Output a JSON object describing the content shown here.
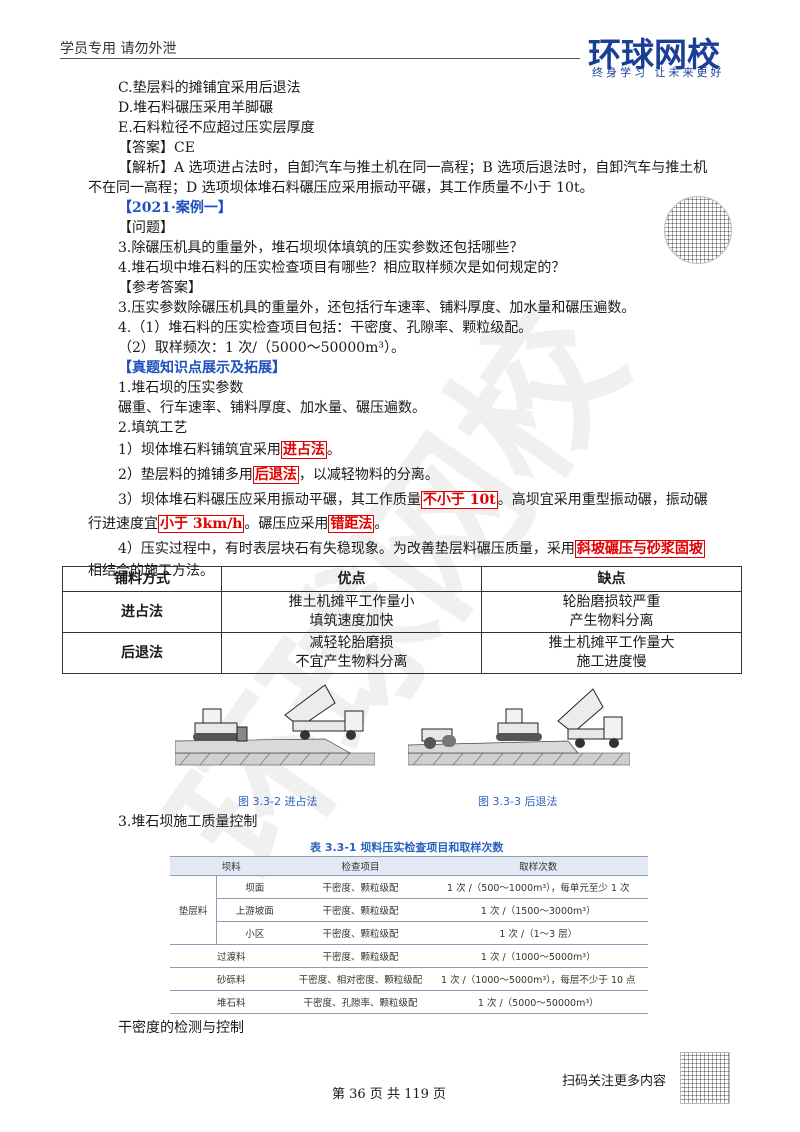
{
  "header": {
    "note": "学员专用  请勿外泄",
    "logo_main": "环球网校",
    "logo_sub": "终身学习 让未来更好"
  },
  "watermark": "环球网校",
  "lines": [
    "C.垫层料的摊铺宜采用后退法",
    "D.堆石料碾压采用羊脚碾",
    "E.石料粒径不应超过压实层厚度",
    "【答案】CE",
    "【解析】A 选项进占法时，自卸汽车与推土机在同一高程；B 选项后退法时，自卸汽车与推土机",
    "不在同一高程；D 选项坝体堆石料碾压应采用振动平碾，其工作质量不小于 10t。",
    "【2021·案例一】",
    "【问题】",
    "3.除碾压机具的重量外，堆石坝坝体填筑的压实参数还包括哪些？",
    "4.堆石坝中堆石料的压实检查项目有哪些？相应取样频次是如何规定的？",
    "【参考答案】",
    "3.压实参数除碾压机具的重量外，还包括行车速率、铺料厚度、加水量和碾压遍数。",
    "4.（1）堆石料的压实检查项目包括：干密度、孔隙率、颗粒级配。",
    "（2）取样频次：1 次/（5000～50000m³）。",
    "【真题知识点展示及拓展】",
    "1.堆石坝的压实参数",
    "碾重、行车速率、铺料厚度、加水量、碾压遍数。",
    "2.填筑工艺"
  ],
  "rich": {
    "l1_a": "1）坝体堆石料铺筑宜采用",
    "l1_h": "进占法",
    "l1_b": "。",
    "l2_a": "2）垫层料的摊铺多用",
    "l2_h": "后退法",
    "l2_b": "，以减轻物料的分离。",
    "l3_a": "3）坝体堆石料碾压应采用振动平碾，其工作质量",
    "l3_h": "不小于 10t",
    "l3_b": "。高坝宜采用重型振动碾，振动碾",
    "l4_a": "行进速度宜",
    "l4_h": "小于 3km/h",
    "l4_b": "。碾压应采用",
    "l4_h2": "错距法",
    "l4_c": "。",
    "l5_a": "4）压实过程中，有时表层块石有失稳现象。为改善垫层料碾压质量，采用",
    "l5_h": "斜坡碾压与砂浆固坡",
    "l6": "相结合的施工方法。"
  },
  "compare_table": {
    "headers": [
      "铺料方式",
      "优点",
      "缺点"
    ],
    "rows": [
      {
        "method": "进占法",
        "pros": [
          "推土机摊平工作量小",
          "填筑速度加快"
        ],
        "cons": [
          "轮胎磨损较严重",
          "产生物料分离"
        ]
      },
      {
        "method": "后退法",
        "pros": [
          "减轻轮胎磨损",
          "不宜产生物料分离"
        ],
        "cons": [
          "推土机摊平工作量大",
          "施工进度慢"
        ]
      }
    ]
  },
  "figures": {
    "cap1": "图 3.3-2  进占法",
    "cap2": "图 3.3-3  后退法"
  },
  "section3": "3.堆石坝施工质量控制",
  "spec_table": {
    "title": "表 3.3-1  坝料压实检查项目和取样次数",
    "headers": [
      "坝料",
      "检查项目",
      "取样次数"
    ],
    "group": "垫层料",
    "rows": [
      {
        "sub": "坝面",
        "item": "干密度、颗粒级配",
        "freq": "1 次 /（500～1000m³），每单元至少 1 次"
      },
      {
        "sub": "上游坡面",
        "item": "干密度、颗粒级配",
        "freq": "1 次 /（1500～3000m³）"
      },
      {
        "sub": "小区",
        "item": "干密度、颗粒级配",
        "freq": "1 次 /（1～3 层）"
      }
    ],
    "rows2": [
      {
        "name": "过渡料",
        "item": "干密度、颗粒级配",
        "freq": "1 次 /（1000～5000m³）"
      },
      {
        "name": "砂砾料",
        "item": "干密度、相对密度、颗粒级配",
        "freq": "1 次 /（1000～5000m³），每层不少于 10 点"
      },
      {
        "name": "堆石料",
        "item": "干密度、孔隙率、颗粒级配",
        "freq": "1 次 /（5000～50000m³）"
      }
    ]
  },
  "tail": "干密度的检测与控制",
  "footer": {
    "page": "第 36 页 共 119 页",
    "qr_label": "扫码关注更多内容"
  }
}
